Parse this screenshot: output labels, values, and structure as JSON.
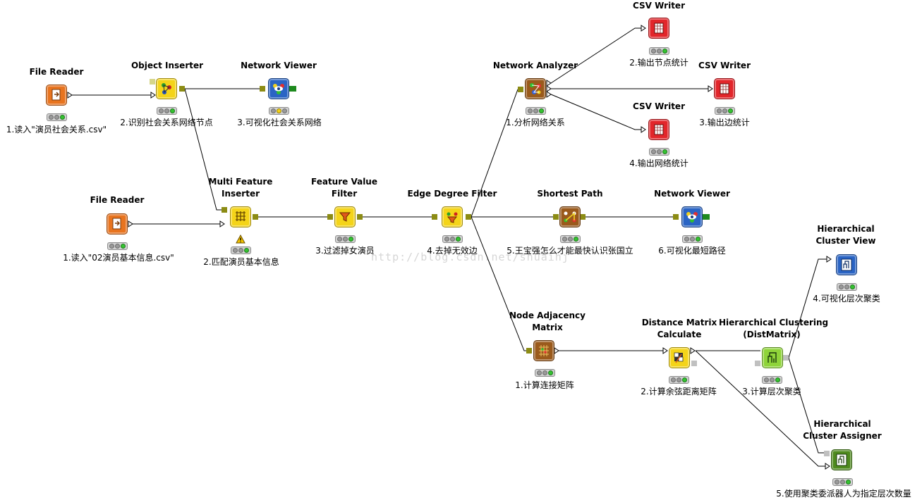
{
  "watermark": "http://blog.csdn.net/shuaihj",
  "nodes": {
    "file_reader_1": {
      "title": "File Reader",
      "label": "1.读入\"演员社会关系.csv\"",
      "icon": "file-reader-icon",
      "color": "#e8741f",
      "status": "green"
    },
    "object_inserter": {
      "title": "Object Inserter",
      "label": "2.识别社会关系网络节点",
      "icon": "object-inserter-icon",
      "color": "#f4d419",
      "status": "green"
    },
    "network_viewer_1": {
      "title": "Network Viewer",
      "label": "3.可视化社会关系网络",
      "icon": "network-viewer-icon",
      "color": "#2a64c4",
      "status": "yellow"
    },
    "file_reader_2": {
      "title": "File Reader",
      "label": "1.读入\"02演员基本信息.csv\"",
      "icon": "file-reader-icon",
      "color": "#e8741f",
      "status": "green"
    },
    "multi_feature_inserter": {
      "title_line1": "Multi Feature",
      "title_line2": "Inserter",
      "label": "2.匹配演员基本信息",
      "icon": "multi-feature-inserter-icon",
      "color": "#f4d419",
      "status": "green",
      "warning": true
    },
    "feature_value_filter": {
      "title_line1": "Feature Value",
      "title_line2": "Filter",
      "label": "3.过滤掉女演员",
      "icon": "feature-value-filter-icon",
      "color": "#f4d419",
      "status": "green"
    },
    "edge_degree_filter": {
      "title": "Edge Degree Filter",
      "label": "4.去掉无效边",
      "icon": "edge-degree-filter-icon",
      "color": "#f4d419",
      "status": "green"
    },
    "network_analyzer": {
      "title": "Network Analyzer",
      "label": "1.分析网络关系",
      "icon": "network-analyzer-icon",
      "color": "#9a5a1c",
      "status": "green"
    },
    "csv_writer_1": {
      "title": "CSV Writer",
      "label": "2.输出节点统计",
      "icon": "csv-writer-icon",
      "color": "#e2262b",
      "status": "green"
    },
    "csv_writer_2": {
      "title": "CSV Writer",
      "label": "3.输出边统计",
      "icon": "csv-writer-icon",
      "color": "#e2262b",
      "status": "green"
    },
    "csv_writer_3": {
      "title": "CSV Writer",
      "label": "4.输出网络统计",
      "icon": "csv-writer-icon",
      "color": "#e2262b",
      "status": "green"
    },
    "shortest_path": {
      "title": "Shortest Path",
      "label": "5.王宝强怎么才能最快认识张国立",
      "icon": "shortest-path-icon",
      "color": "#9a5a1c",
      "status": "green"
    },
    "network_viewer_2": {
      "title": "Network Viewer",
      "label": "6.可视化最短路径",
      "icon": "network-viewer-icon",
      "color": "#2a64c4",
      "status": "green"
    },
    "node_adjacency_matrix": {
      "title_line1": "Node Adjacency",
      "title_line2": "Matrix",
      "label": "1.计算连接矩阵",
      "icon": "node-adjacency-matrix-icon",
      "color": "#9a5a1c",
      "status": "green"
    },
    "distance_matrix_calculate": {
      "title_line1": "Distance Matrix",
      "title_line2": "Calculate",
      "label": "2.计算余弦距离矩阵",
      "icon": "distance-matrix-icon",
      "color": "#f4d419",
      "status": "green"
    },
    "hierarchical_clustering": {
      "title_line1": "Hierarchical Clustering",
      "title_line2": "(DistMatrix)",
      "label": "3.计算层次聚类",
      "icon": "hierarchical-clustering-icon",
      "color": "#8fd43a",
      "status": "green"
    },
    "hierarchical_cluster_view": {
      "title_line1": "Hierarchical",
      "title_line2": "Cluster View",
      "label": "4.可视化层次聚类",
      "icon": "hierarchical-cluster-view-icon",
      "color": "#2a64c4",
      "status": "green"
    },
    "hierarchical_cluster_assigner": {
      "title_line1": "Hierarchical",
      "title_line2": "Cluster Assigner",
      "label": "5.使用聚类委派器人为指定层次数量",
      "icon": "hierarchical-cluster-assigner-icon",
      "color": "#4f8a1e",
      "status": "green"
    }
  },
  "colors": {
    "connection": "#000000",
    "network_port": "#8c8c14",
    "data_port_in": "#ffffff",
    "view_port": "#1e8a1e"
  }
}
